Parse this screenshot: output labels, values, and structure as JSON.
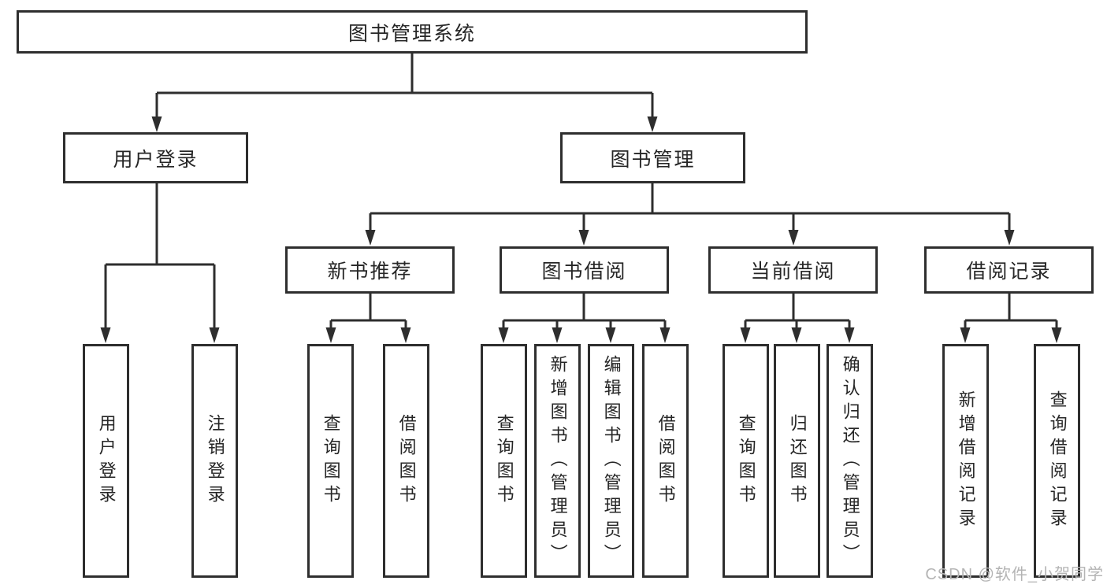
{
  "diagram": {
    "root": "图书管理系统",
    "user_login": {
      "label": "用户登录",
      "children": [
        "用户登录",
        "注销登录"
      ]
    },
    "book_management": {
      "label": "图书管理",
      "groups": [
        {
          "label": "新书推荐",
          "children": [
            "查询图书",
            "借阅图书"
          ]
        },
        {
          "label": "图书借阅",
          "children": [
            "查询图书",
            "新增图书（管理员）",
            "编辑图书（管理员）",
            "借阅图书"
          ]
        },
        {
          "label": "当前借阅",
          "children": [
            "查询图书",
            "归还图书",
            "确认归还（管理员）"
          ]
        },
        {
          "label": "借阅记录",
          "children": [
            "新增借阅记录",
            "查询借阅记录"
          ]
        }
      ]
    }
  },
  "watermark": "CSDN @软件_小贺同学",
  "colors": {
    "line": "#2e2e2e",
    "text": "#262626",
    "watermark_text": "#b4b4b4",
    "background": "#ffffff"
  }
}
